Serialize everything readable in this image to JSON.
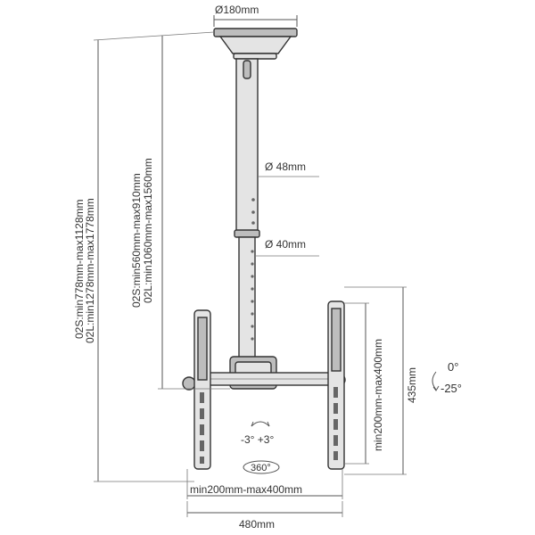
{
  "labels": {
    "plate_diameter": "Ø180mm",
    "upper_tube_diameter": "Ø 48mm",
    "lower_tube_diameter": "Ø 40mm",
    "total_02s": "02S:min778mm-max1128mm",
    "total_02l": "02L:min1278mm-max1778mm",
    "tube_02s": "02S:min560mm-max910mm",
    "tube_02l": "02L:min1060mm-max1560mm",
    "bracket_height": "435mm",
    "vesa_vertical": "min200mm-max400mm",
    "vesa_horizontal": "min200mm-max400mm",
    "bracket_width": "480mm",
    "tilt_top": "0°",
    "tilt_bottom": "-25°",
    "swivel": "-3° +3°",
    "rotation": "360°"
  },
  "colors": {
    "line": "#555555",
    "part_fill": "#e4e4e4",
    "part_stroke": "#333333",
    "text": "#333333"
  }
}
